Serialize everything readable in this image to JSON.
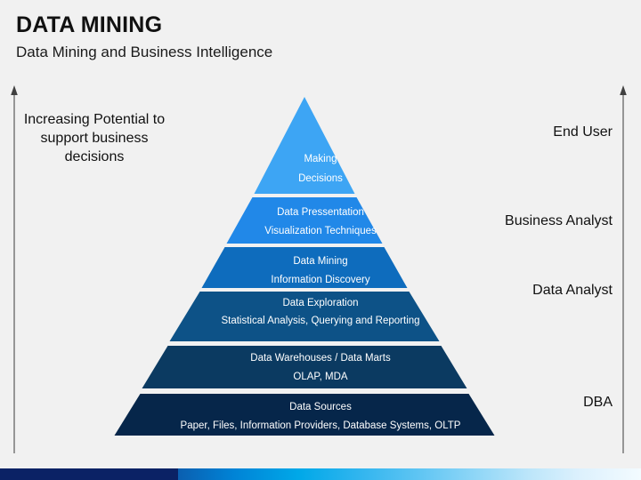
{
  "header": {
    "title": "DATA MINING",
    "subtitle": "Data Mining and Business Intelligence"
  },
  "left_axis": {
    "label": "Increasing Potential to support business decisions",
    "arrow_icon": "arrow-up-icon"
  },
  "right_axis": {
    "arrow_icon": "arrow-up-icon",
    "roles": [
      {
        "label": "End User"
      },
      {
        "label": "Business Analyst"
      },
      {
        "label": "Data Analyst"
      },
      {
        "label": "DBA"
      }
    ]
  },
  "pyramid": {
    "levels": [
      {
        "line1": "Making",
        "line2": "Decisions",
        "color": "#3da5f4"
      },
      {
        "line1": "Data Pressentation",
        "line2": "Visualization Techniques",
        "color": "#2188e8"
      },
      {
        "line1": "Data Mining",
        "line2": "Information Discovery",
        "color": "#0e6cbd"
      },
      {
        "line1": "Data Exploration",
        "line2": "Statistical Analysis, Querying and Reporting",
        "color": "#0d5287"
      },
      {
        "line1": "Data Warehouses / Data Marts",
        "line2": "OLAP, MDA",
        "color": "#0b3a61"
      },
      {
        "line1": "Data Sources",
        "line2": "Paper, Files, Information Providers, Database Systems, OLTP",
        "color": "#06264a"
      }
    ]
  },
  "decoration": {
    "bottom_bar_left_color": "#0b2265",
    "bottom_bar_right_color": "#f3fbff"
  }
}
